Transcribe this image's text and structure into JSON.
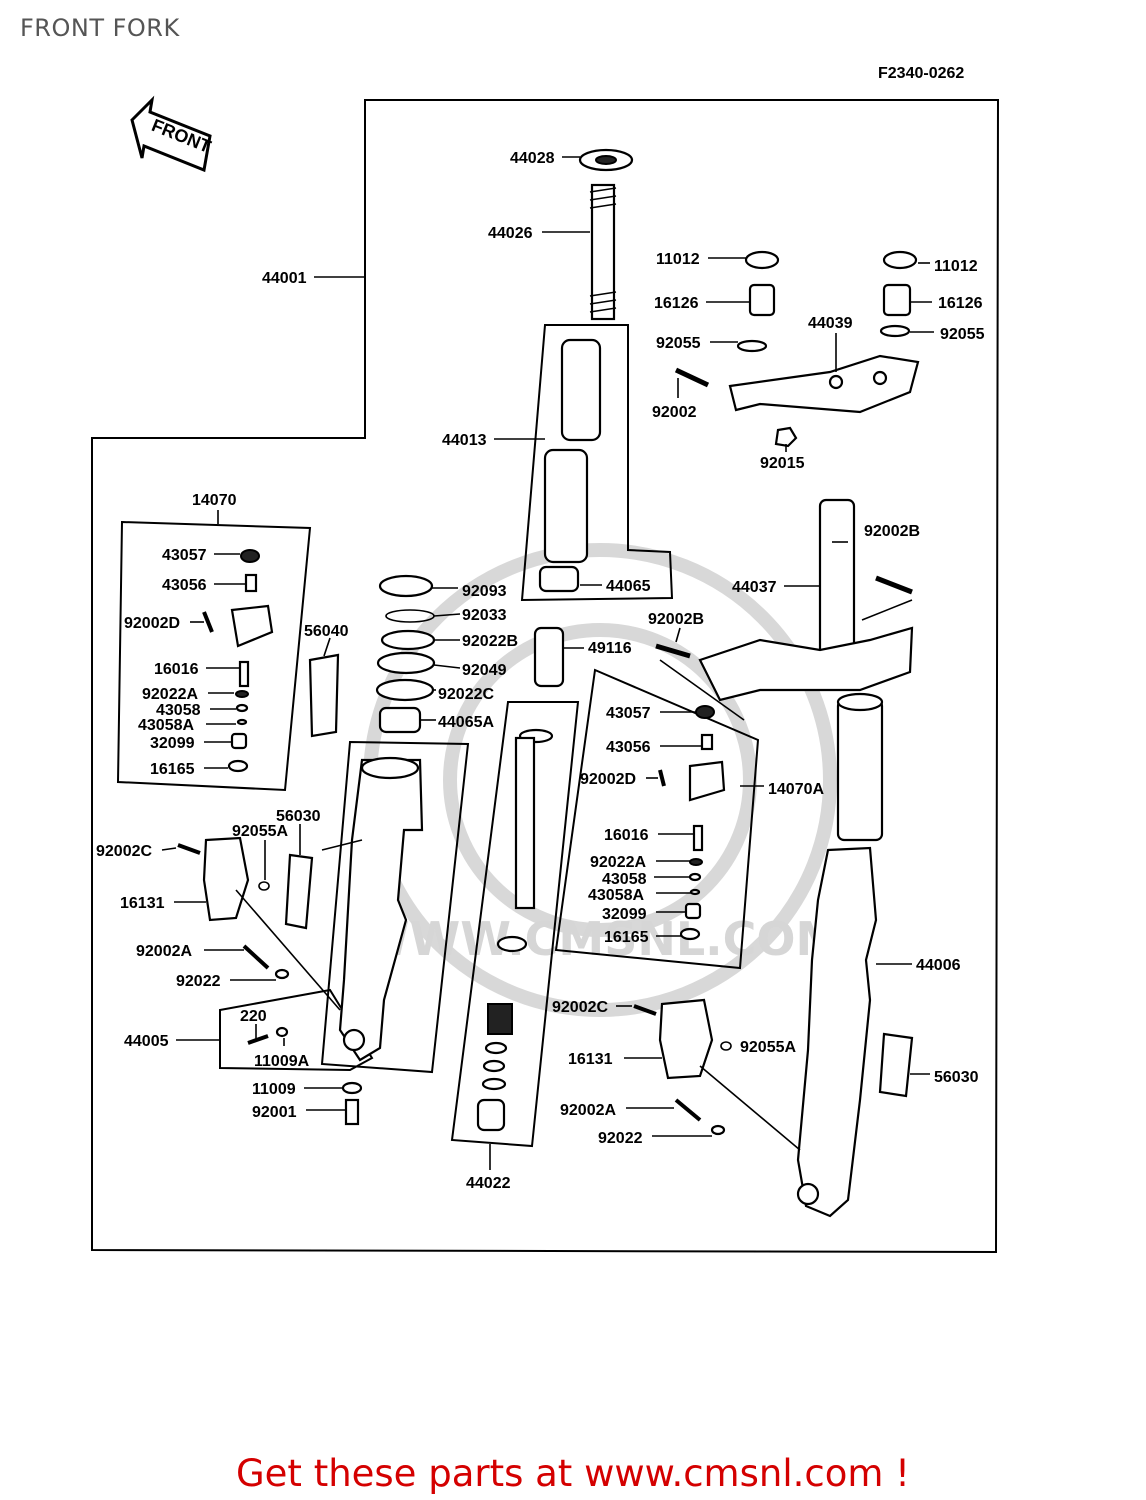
{
  "page": {
    "title": "FRONT FORK",
    "diagram_code": "F2340-0262",
    "front_arrow_label": "FRONT",
    "watermark": "WWW.CMSNL.COM",
    "promo_text": "Get these parts at www.cmsnl.com !"
  },
  "labels": {
    "p44028": "44028",
    "p44026": "44026",
    "p44001": "44001",
    "p11012a": "11012",
    "p11012b": "11012",
    "p16126a": "16126",
    "p16126b": "16126",
    "p92055a": "92055",
    "p92055b": "92055",
    "p44039": "44039",
    "p92002": "92002",
    "p92015": "92015",
    "p44013": "44013",
    "p44065": "44065",
    "p14070": "14070",
    "p43057a": "43057",
    "p43056a": "43056",
    "p92002Da": "92002D",
    "p16016a": "16016",
    "p92022Aa": "92022A",
    "p43058a": "43058",
    "p43058Aa": "43058A",
    "p32099a": "32099",
    "p16165a": "16165",
    "p56040": "56040",
    "p92093": "92093",
    "p92033": "92033",
    "p92022B": "92022B",
    "p92049": "92049",
    "p92022Ca": "92022C",
    "p44065A": "44065A",
    "p49116": "49116",
    "p92002Ba": "92002B",
    "p92002Bb": "92002B",
    "p44037": "44037",
    "p43057b": "43057",
    "p43056b": "43056",
    "p92002Db": "92002D",
    "p14070A": "14070A",
    "p16016b": "16016",
    "p92022Ab": "92022A",
    "p43058b": "43058",
    "p43058Ab": "43058A",
    "p32099b": "32099",
    "p16165b": "16165",
    "p56030a": "56030",
    "p92055Aa": "92055A",
    "p92002Cb": "92002C",
    "p16131a": "16131",
    "p92002Aa": "92002A",
    "p92022a": "92022",
    "p44005": "44005",
    "p220": "220",
    "p11009A": "11009A",
    "p11009": "11009",
    "p92001": "92001",
    "p44022": "44022",
    "p44006": "44006",
    "p92002Cc": "92002C",
    "p92055Ab": "92055A",
    "p16131b": "16131",
    "p56030b": "56030",
    "p92002Ab": "92002A",
    "p92022b": "92022"
  }
}
